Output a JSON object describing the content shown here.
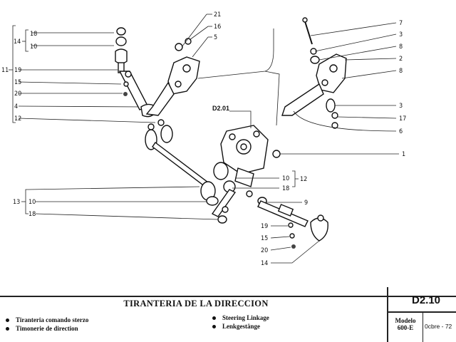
{
  "figure_code": "D2.01",
  "callouts_right": [
    "21",
    "16",
    "5",
    "7",
    "3",
    "8",
    "2",
    "8",
    "3",
    "17",
    "6",
    "1",
    "12",
    "9"
  ],
  "callouts_left": [
    "18",
    "10",
    "14",
    "11",
    "19",
    "15",
    "20",
    "4",
    "12",
    "13",
    "10",
    "18"
  ],
  "callouts_center": [
    "10",
    "18",
    "19",
    "15",
    "20",
    "14"
  ],
  "footer": {
    "title": "TIRANTERIA DE LA DIRECCION",
    "descriptions": [
      "Tiranteria comando sterzo",
      "Timonerie de direction",
      "Steering Linkage",
      "Lenkgestänge"
    ],
    "code": "D2.10",
    "modelo_label": "Modelo",
    "modelo_value": "600-E",
    "date": "0cbre - 72"
  }
}
